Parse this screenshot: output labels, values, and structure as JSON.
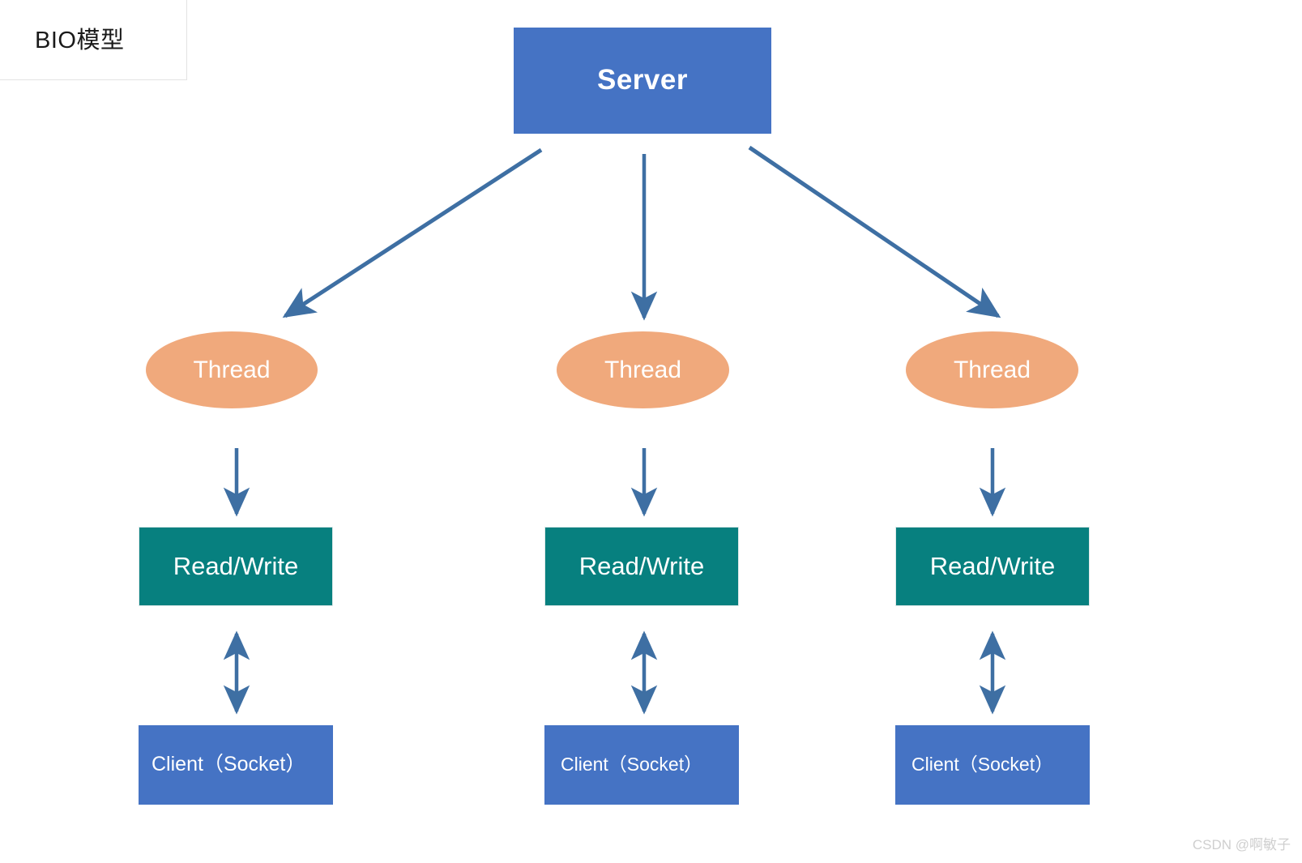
{
  "diagram": {
    "title": "BIO模型",
    "accent_blue": "#4573c4",
    "accent_teal": "#07807f",
    "accent_orange": "#f0a97c",
    "arrow_color": "#3e6fa3",
    "background": "#ffffff",
    "server": {
      "label": "Server"
    },
    "columns": [
      {
        "thread_label": "Thread",
        "readwrite_label": "Read/Write",
        "client_label": "Client（Socket）"
      },
      {
        "thread_label": "Thread",
        "readwrite_label": "Read/Write",
        "client_label": "Client（Socket）"
      },
      {
        "thread_label": "Thread",
        "readwrite_label": "Read/Write",
        "client_label": "Client（Socket）"
      }
    ],
    "watermark": "CSDN @啊敏子"
  }
}
